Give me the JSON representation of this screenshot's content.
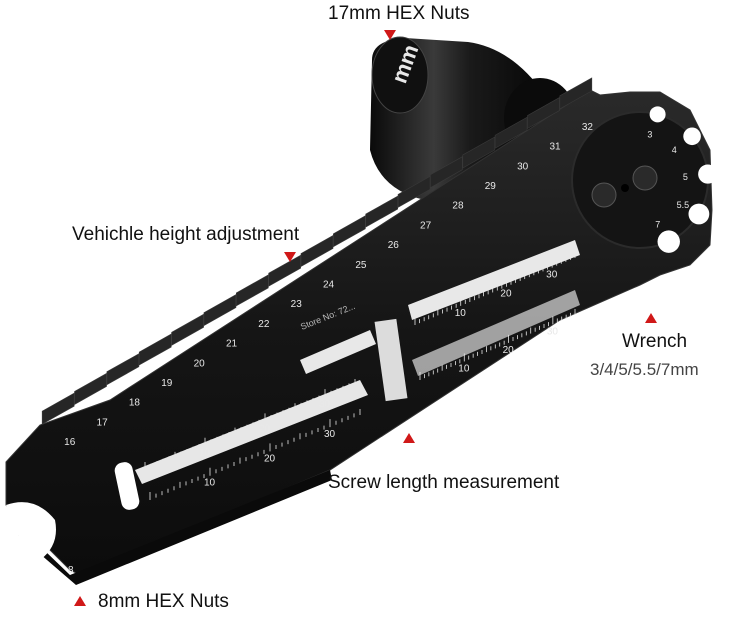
{
  "callouts": {
    "hex17": "17mm HEX Nuts",
    "height": "Vehichle height adjustment",
    "wrench": "Wrench",
    "wrench_sizes": "3/4/5/5.5/7mm",
    "screw": "Screw length measurement",
    "hex8": "8mm HEX Nuts"
  },
  "tool": {
    "height_scale": [
      "16",
      "17",
      "18",
      "19",
      "20",
      "21",
      "22",
      "23",
      "24",
      "25",
      "26",
      "27",
      "28",
      "29",
      "30",
      "31",
      "32"
    ],
    "wrench_sizes": [
      "3",
      "4",
      "5",
      "5.5",
      "7"
    ],
    "end_size": "8",
    "ruler_numbers_left": [
      "10",
      "20",
      "30"
    ],
    "ruler_numbers_right": [
      "10",
      "20",
      "30"
    ],
    "socket_text": "mm",
    "watermark": "Store No: 72..."
  },
  "colors": {
    "tool_body": "#141414",
    "arrow": "#d01818",
    "engraving": "#e8e8e8"
  }
}
